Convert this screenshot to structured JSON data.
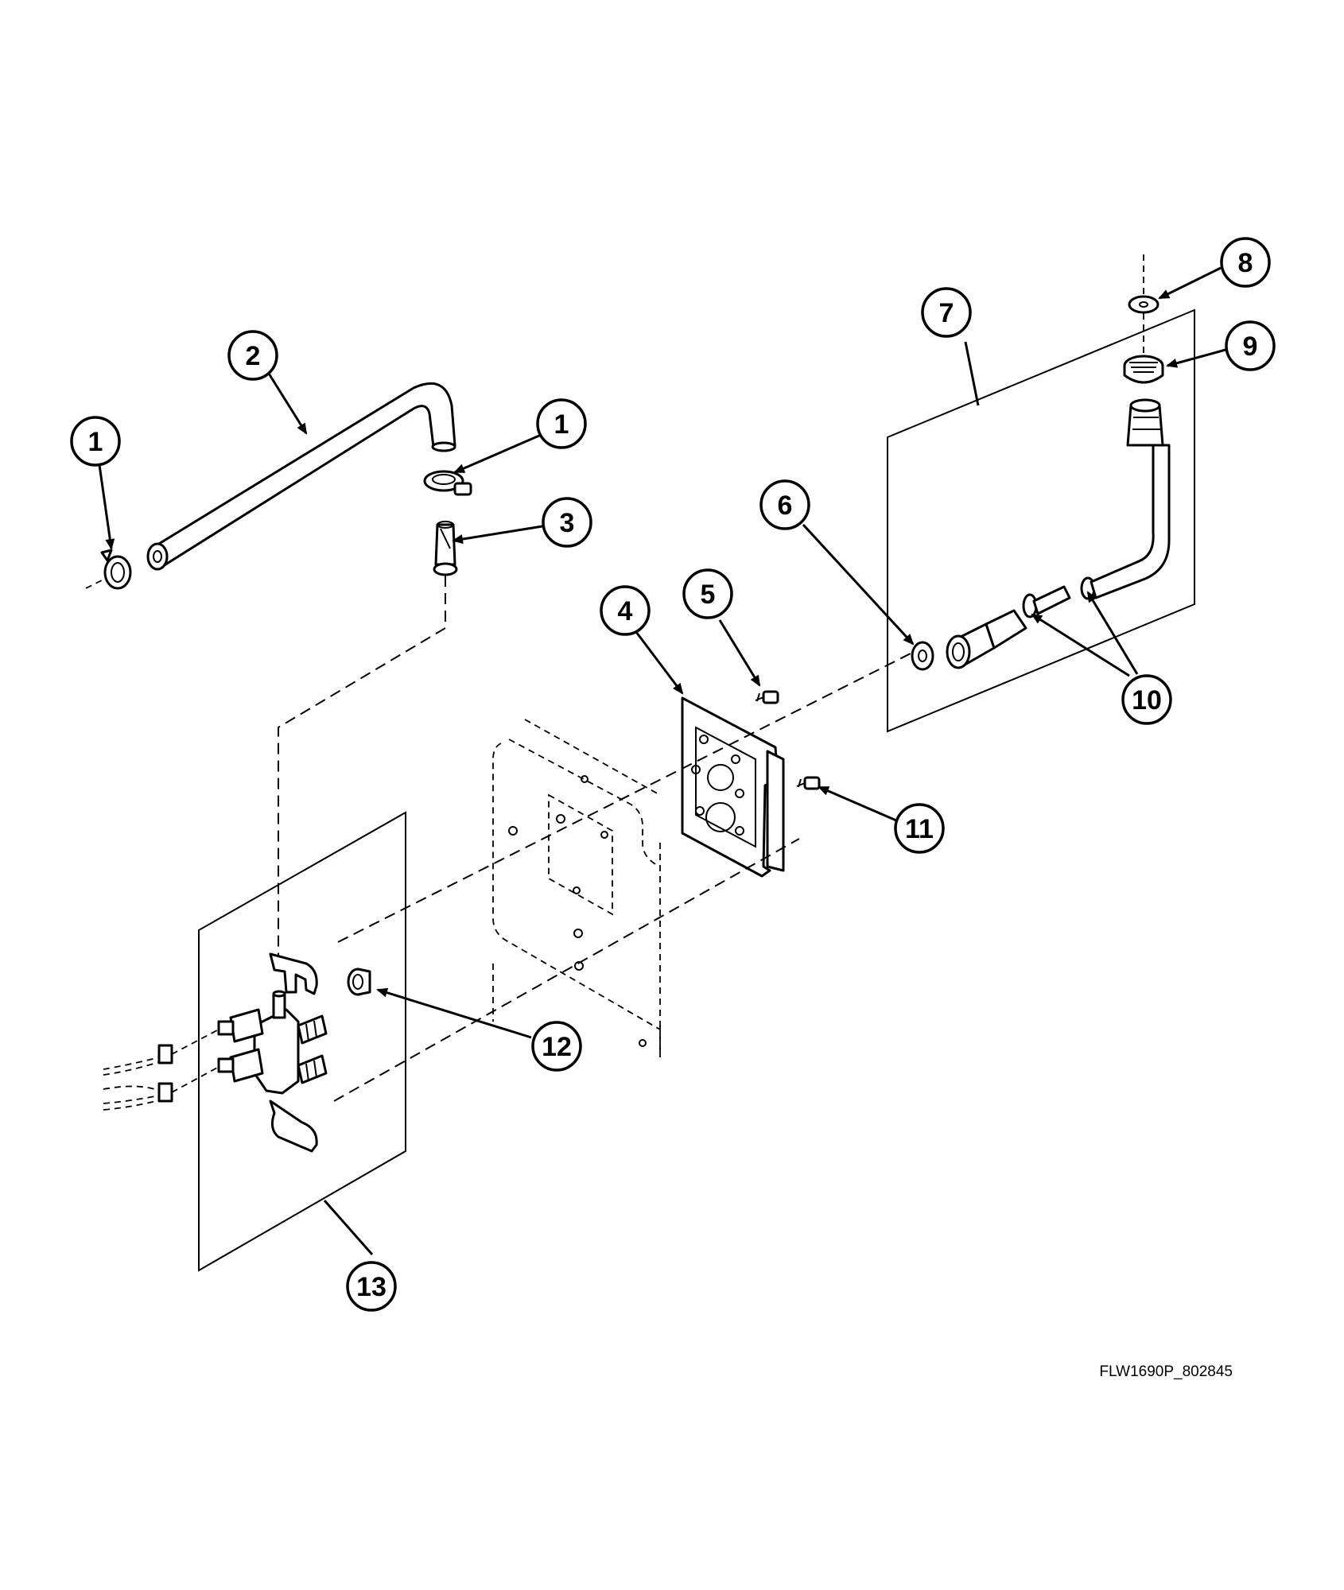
{
  "drawing": {
    "id": "FLW1690P_802845"
  },
  "callouts": [
    "1",
    "2",
    "1",
    "3",
    "4",
    "5",
    "6",
    "7",
    "8",
    "9",
    "10",
    "11",
    "12",
    "13"
  ],
  "icons": [
    "arrow-head-icon",
    "hose-clamp-icon",
    "water-valve-icon",
    "mounting-bracket-icon",
    "fill-hose-icon"
  ]
}
